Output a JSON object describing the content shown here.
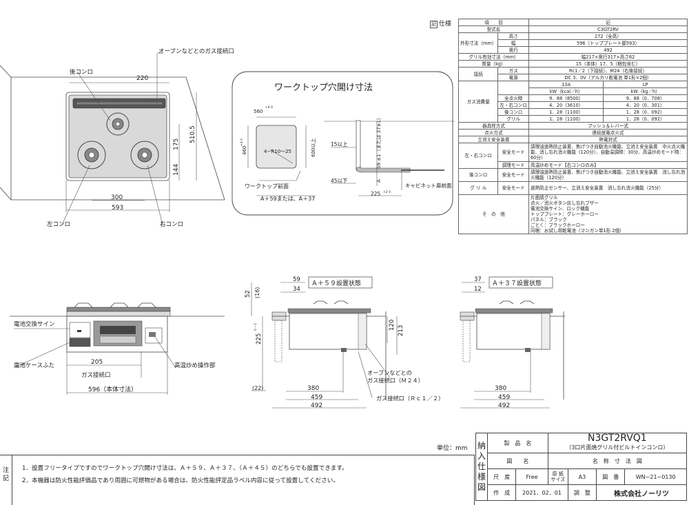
{
  "plan": {
    "label_oven_gas": "オーブンなどとのガス接続口",
    "label_rear_burner": "後コンロ",
    "label_left_burner": "左コンロ",
    "label_right_burner": "右コンロ",
    "dim_220": "220",
    "dim_300": "300",
    "dim_593": "593",
    "dim_510_5": "510.5",
    "dim_175": "175",
    "dim_144": "144"
  },
  "cutout": {
    "title": "ワークトップ穴開け寸法",
    "dim_560": "560",
    "dim_560_tol": "+4 0",
    "dim_460": "460",
    "dim_460_tol": "+4 0",
    "radius": "4−R10〜25",
    "dim_600": "600以上",
    "dim_15": "15以上",
    "dim_45": "45以下",
    "dim_225": "225",
    "dim_225_tol": "+2 0",
    "vertical_59": "59 ±1（または 37±1）",
    "worktop_front": "ワークトップ前面",
    "formula": "A＋59または、A＋37",
    "cabinet_front": "キャビネット扉前面",
    "letter_a": "A"
  },
  "front_view": {
    "battery_sign": "電池交換サイン",
    "battery_cover": "電池ケースふた",
    "high_heat": "高温炒め操作部",
    "dim_205": "205",
    "gas_inlet": "ガス接続口",
    "body_dim": "596（本体寸法）"
  },
  "side_a59": {
    "title": "Ａ＋５９設置状態",
    "dim_59": "59",
    "dim_34": "34",
    "dim_52": "52",
    "dim_16": "(16)",
    "dim_225": "225",
    "dim_225_tol": "0 −2",
    "dim_120": "120",
    "dim_213": "213",
    "dim_22": "(22)",
    "dim_380": "380",
    "dim_459": "459",
    "dim_492": "492",
    "oven_gas": "オーブンなどとの",
    "oven_gas2": "ガス接続口（Ｍ２４）",
    "gas_rc": "ガス接続口（Ｒｃ１／２）"
  },
  "side_a37": {
    "title": "Ａ＋３７設置状態",
    "dim_37": "37",
    "dim_12": "12",
    "dim_380": "380",
    "dim_459": "459",
    "dim_492": "492"
  },
  "spec": {
    "label": "仕様",
    "label_icon": "記",
    "header_item": "項　　目",
    "header_note": "記",
    "rows": {
      "model_k": "型式名",
      "model_v": "C3GT2RV",
      "outer_k": "外形寸法（mm）",
      "height_k": "高さ",
      "height_v": "272（全高）",
      "width_k": "幅",
      "width_v": "596（トッププレート部593）",
      "depth_k": "奥行",
      "depth_v": "492",
      "grill_k": "グリル有効寸法（mm）",
      "grill_v": "幅217×奥行317×高さ62",
      "mass_k": "質量（kg）",
      "mass_v": "15（本体）17．5（梱包含む）",
      "conn_k": "接続",
      "gas_k": "ガス",
      "gas_v": "Rc1／2（下接続）、M24（右後接続）",
      "power_k": "電源",
      "power_v": "DC 3．0V（アルカリ乾電池 単1形×2個）",
      "cons_k": "ガス消費量",
      "col_13a": "13A",
      "col_lp": "LP",
      "unit_13a": "kW（kcal／h）",
      "unit_lp": "kW（kg／h）",
      "all_k": "全点火時",
      "all_13a": "9．88（8500）",
      "all_lp": "9．88（0．708）",
      "lr_k": "左・右コンロ",
      "lr_13a": "4．20（3610）",
      "lr_lp": "4．20（0．301）",
      "rear_k": "後コンロ",
      "rear_13a": "1．28（1100）",
      "rear_lp": "1．28（0．092）",
      "grill2_k": "グリル",
      "grill_13a": "1．28（1100）",
      "grill_lp": "1．28（0．092）",
      "valve_k": "器具栓方式",
      "valve_v": "プッシュ＆レバー式",
      "ign_k": "点火方式",
      "ign_v": "連続放電点火式",
      "flame_k": "立消え安全装置",
      "flame_v": "熱電対式",
      "lrc_k": "左・右コンロ",
      "safe_k": "安全モード",
      "lr_safe_v": "調理油過熱防止装置、焦げつき自動消火機能、立消え安全装置　中火点火機能、消し忘れ消火機能（120分）、自動温調時：30分、高温炒めモード時：60分）",
      "cook_k": "調理モード",
      "cook_v": "高温炒めモード【右コンロのみ】",
      "rearc_k": "後コンロ",
      "rear_safe_v": "調理油過熱防止装置、焦げつき自動消火機能、立消え安全装置　消し忘れ消火機能（120分）",
      "grillc_k": "グ リ ル",
      "grill_safe_v": "過熱防止センサー、立消え安全装置　消し忘れ消火機能（25分）",
      "other_k": "そ　の　他",
      "other_v1": "片面焼グリル",
      "other_v2": "点火／消火ボタン戻し忘れブザー",
      "other_v3": "電池交換サイン、ロック機能",
      "other_v4": "トッププレート：グレーホーロー",
      "other_v5": "パネル：ブラック",
      "other_v6": "ごとく：ブラックホーロー",
      "other_v7": "同梱：お試し用乾電池（マンガン単1形 2個）"
    }
  },
  "title_block": {
    "side_label": "納入仕様図",
    "product_k": "製　品　名",
    "product_v": "N3GT2RVQ1",
    "product_sub": "（3口片面焼グリル付ビルトインコンロ）",
    "drawing_k": "図　　名",
    "drawing_v": "名　称　寸　法　図",
    "scale_k": "尺　度",
    "scale_v": "Free",
    "paper_k": "原 紙 サイズ",
    "paper_v": "A3",
    "num_k": "図　番",
    "num_v": "WN−21−0130",
    "made_k": "作　成",
    "made_v": "2021．02．01",
    "check_k": "調　整",
    "company": "株式会社ノーリツ"
  },
  "unit": "単位：mm",
  "notes": {
    "label": "注記",
    "n1": "1．設置フリータイプですのでワークトップ穴開け寸法は、Ａ＋５９、Ａ＋３７、（Ａ＋４５）のどちらでも設置できます。",
    "n2": "2．本機器は防火性能評価品であり周囲に可燃物がある場合は、防火性能評定品ラベル内容に従って設置してください。"
  }
}
